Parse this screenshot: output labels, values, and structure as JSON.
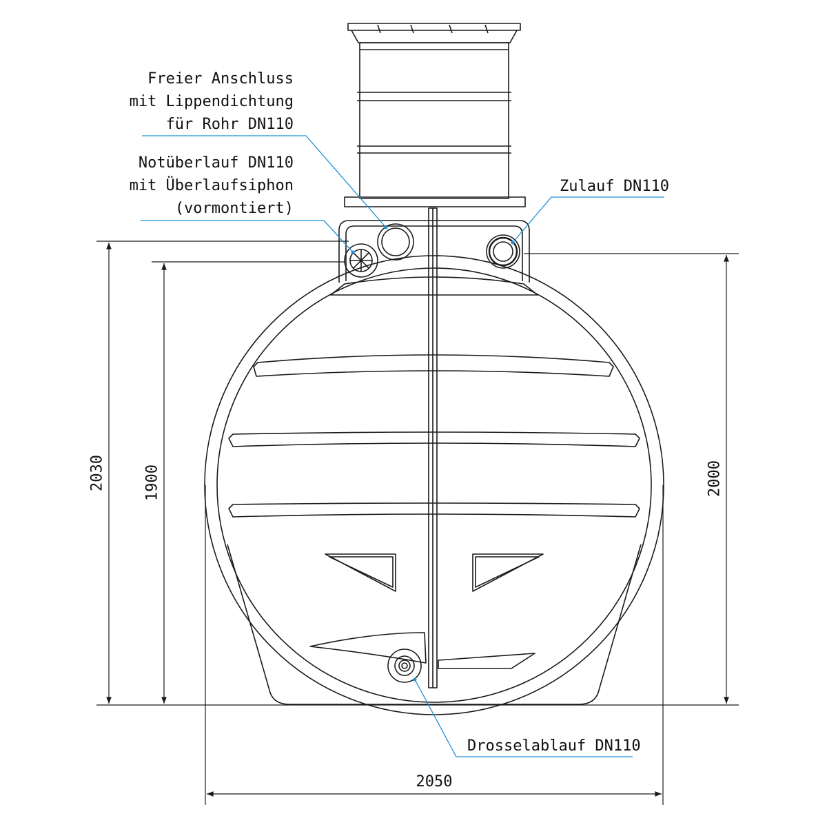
{
  "labels": {
    "freier_anschluss": [
      "Freier Anschluss",
      "mit Lippendichtung",
      "für Rohr DN110"
    ],
    "notueberlauf": [
      "Notüberlauf DN110",
      "mit Überlaufsiphon",
      "(vormontiert)"
    ],
    "zulauf": "Zulauf DN110",
    "drosselablauf": "Drosselablauf DN110"
  },
  "dimensions": {
    "height_total": "2030",
    "height_inner": "1900",
    "height_inlet": "2000",
    "width": "2050"
  },
  "colors": {
    "line": "#1a1a1a",
    "leader": "#1e8fd8"
  }
}
